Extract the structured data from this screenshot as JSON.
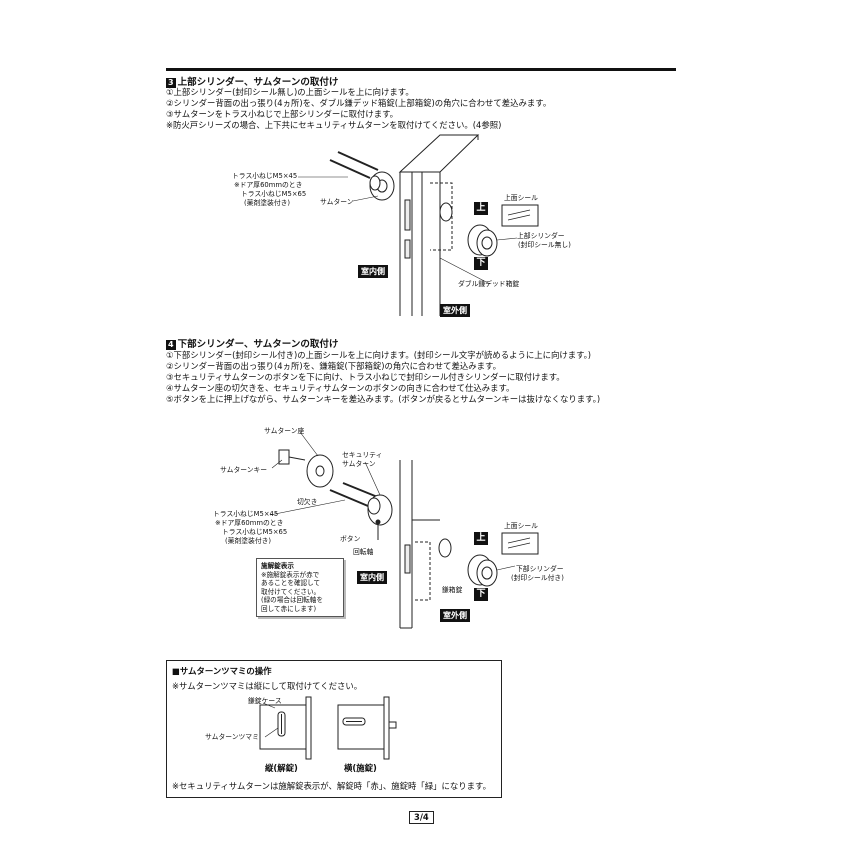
{
  "section3": {
    "num": "3",
    "title": "上部シリンダー、サムターンの取付け",
    "steps": [
      "①上部シリンダー(封印シール無し)の上面シールを上に向けます。",
      "②シリンダー背面の出っ張り(4ヵ所)を、ダブル鎌デッド箱錠(上部箱錠)の角穴に合わせて差込みます。",
      "③サムターンをトラス小ねじで上部シリンダーに取付けます。",
      "※防火戸シリーズの場合、上下共にセキュリティサムターンを取付けてください。(4参照)"
    ],
    "labels": {
      "screw1": "トラス小ねじM5×45",
      "screw2": "※ドア厚60mmのとき",
      "screw3": "トラス小ねじM5×65",
      "screw4": "(薬剤塗装付き)",
      "thumbturn": "サムターン",
      "top_seal": "上面シール",
      "upper_cyl1": "上部シリンダー",
      "upper_cyl2": "(封印シール無し)",
      "deadlock": "ダブル鎌デッド箱錠",
      "indoor": "室内側",
      "outdoor": "室外側",
      "up": "上",
      "down": "下"
    }
  },
  "section4": {
    "num": "4",
    "title": "下部シリンダー、サムターンの取付け",
    "steps": [
      "①下部シリンダー(封印シール付き)の上面シールを上に向けます。(封印シール文字が読めるように上に向けます。)",
      "②シリンダー背面の出っ張り(4ヵ所)を、鎌箱錠(下部箱錠)の角穴に合わせて差込みます。",
      "③セキュリティサムターンのボタンを下に向け、トラス小ねじで封印シール付きシリンダーに取付けます。",
      "④サムターン座の切欠きを、セキュリティサムターンのボタンの向きに合わせて仕込みます。",
      "⑤ボタンを上に押上げながら、サムターンキーを差込みます。(ボタンが戻るとサムターンキーは抜けなくなります。)"
    ],
    "labels": {
      "seat": "サムターン座",
      "key": "サムターンキー",
      "notch": "切欠き",
      "sec1": "セキュリティ",
      "sec2": "サムターン",
      "screw1": "トラス小ねじM5×45",
      "screw2": "※ドア厚60mmのとき",
      "screw3": "トラス小ねじM5×65",
      "screw4": "(薬剤塗装付き)",
      "button": "ボタン",
      "axis": "回転軸",
      "top_seal": "上面シール",
      "lower_cyl1": "下部シリンダー",
      "lower_cyl2": "(封印シール付き)",
      "lock": "鎌箱錠",
      "indoor": "室内側",
      "outdoor": "室外側",
      "up": "上",
      "down": "下"
    },
    "note": {
      "title": "施解錠表示",
      "lines": [
        "※施解錠表示が赤で",
        "あることを確認して",
        "取付けてください。",
        "(緑の場合は回転軸を",
        "回して赤にします)"
      ]
    }
  },
  "box": {
    "title": "■サムターンツマミの操作",
    "subtitle": "※サムターンツマミは縦にして取付けてください。",
    "case_label": "鎌錠ケース",
    "knob_label": "サムターンツマミ",
    "vertical": "縦(解錠)",
    "horizontal": "横(施錠)",
    "footer": "※セキュリティサムターンは施解錠表示が、解錠時「赤」、施錠時「緑」になります。"
  },
  "page": "3/4"
}
